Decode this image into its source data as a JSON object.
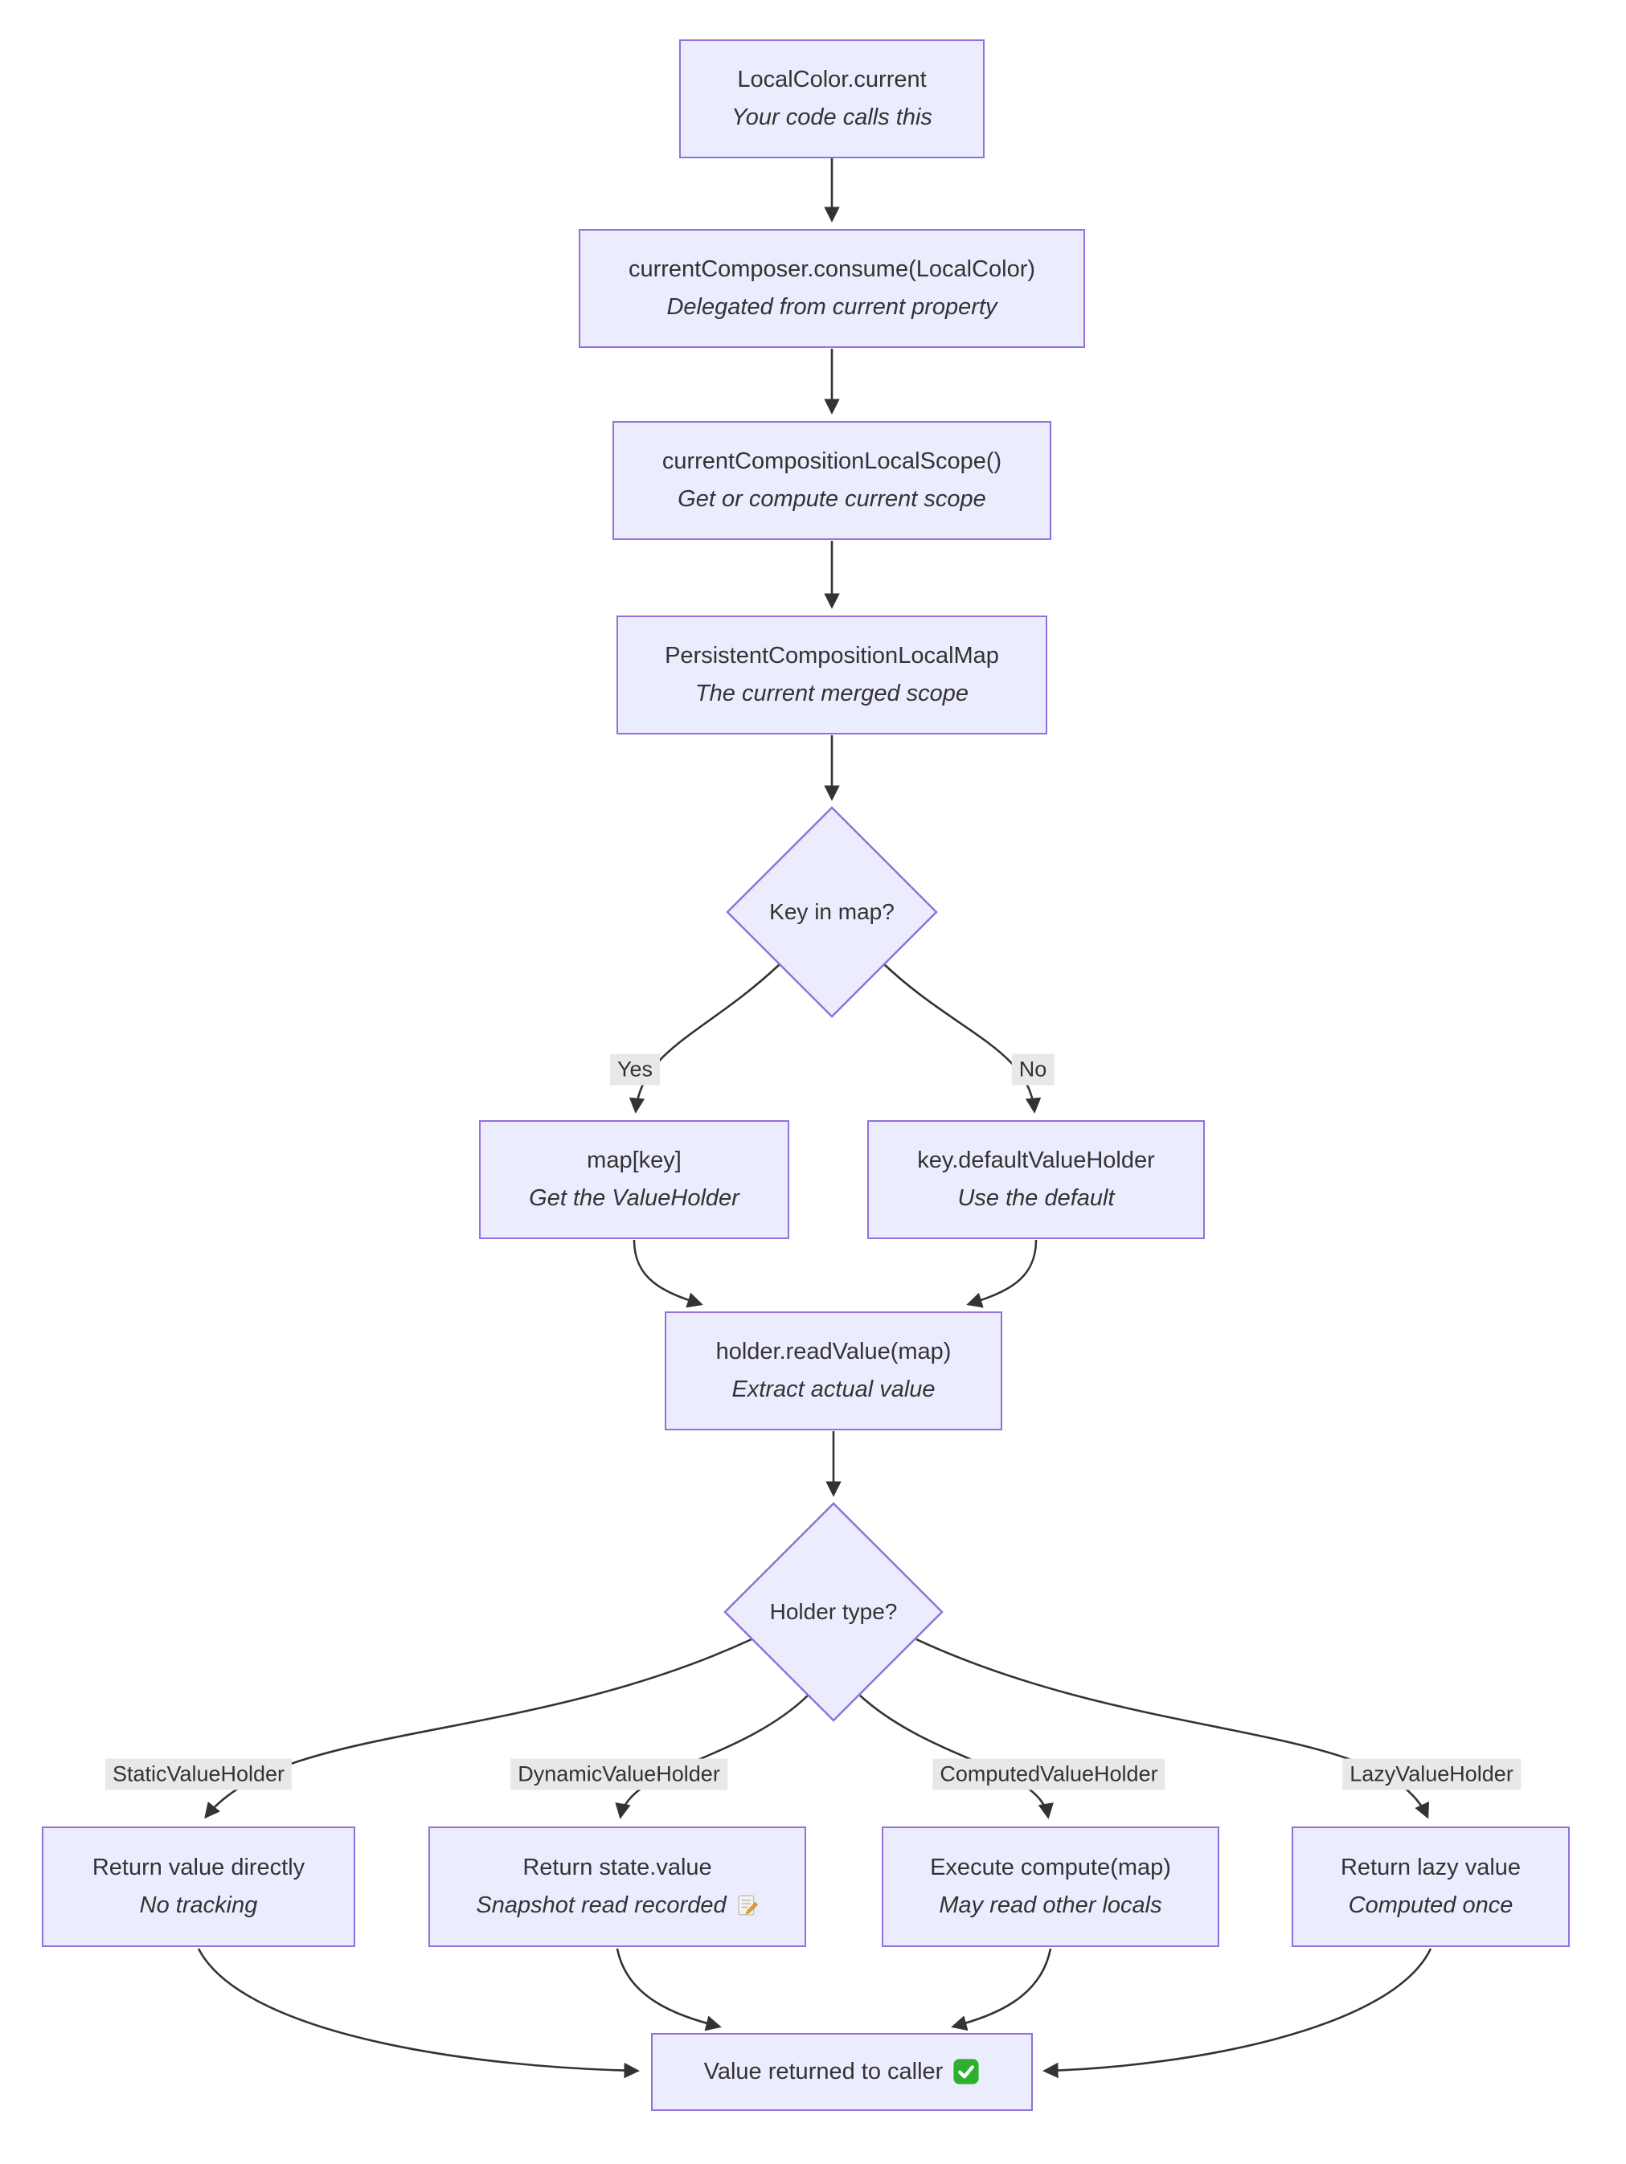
{
  "diagram": {
    "title_hint": "LocalColor.current resolution flowchart",
    "colors": {
      "node_fill": "#ECECFF",
      "node_border": "#9370DB",
      "edge_stroke": "#333333",
      "text": "#333333",
      "edge_label_bg": "#e8e8e8",
      "check_icon_green": "#2EAF2E",
      "memo_pencil_orange": "#f0a030"
    },
    "nodes": {
      "entry": {
        "title": "LocalColor.current",
        "subtitle": "Your code calls this"
      },
      "consume": {
        "title": "currentComposer.consume(LocalColor)",
        "subtitle": "Delegated from current property"
      },
      "scope": {
        "title": "currentCompositionLocalScope()",
        "subtitle": "Get or compute current scope"
      },
      "merged_map": {
        "title": "PersistentCompositionLocalMap",
        "subtitle": "The current merged scope"
      },
      "key_decision": {
        "label": "Key in map?"
      },
      "map_key": {
        "title": "map[key]",
        "subtitle": "Get the ValueHolder"
      },
      "default_holder": {
        "title": "key.defaultValueHolder",
        "subtitle": "Use the default"
      },
      "read_value": {
        "title": "holder.readValue(map)",
        "subtitle": "Extract actual value"
      },
      "holder_decision": {
        "label": "Holder type?"
      },
      "static_result": {
        "title": "Return value directly",
        "subtitle": "No tracking"
      },
      "dynamic_result": {
        "title": "Return state.value",
        "subtitle": "Snapshot read recorded",
        "icon": "memo"
      },
      "computed_result": {
        "title": "Execute compute(map)",
        "subtitle": "May read other locals"
      },
      "lazy_result": {
        "title": "Return lazy value",
        "subtitle": "Computed once"
      },
      "final_result": {
        "title": "Value returned to caller",
        "icon": "check"
      }
    },
    "edge_labels": {
      "yes": "Yes",
      "no": "No",
      "static": "StaticValueHolder",
      "dynamic": "DynamicValueHolder",
      "computed": "ComputedValueHolder",
      "lazy": "LazyValueHolder"
    }
  }
}
